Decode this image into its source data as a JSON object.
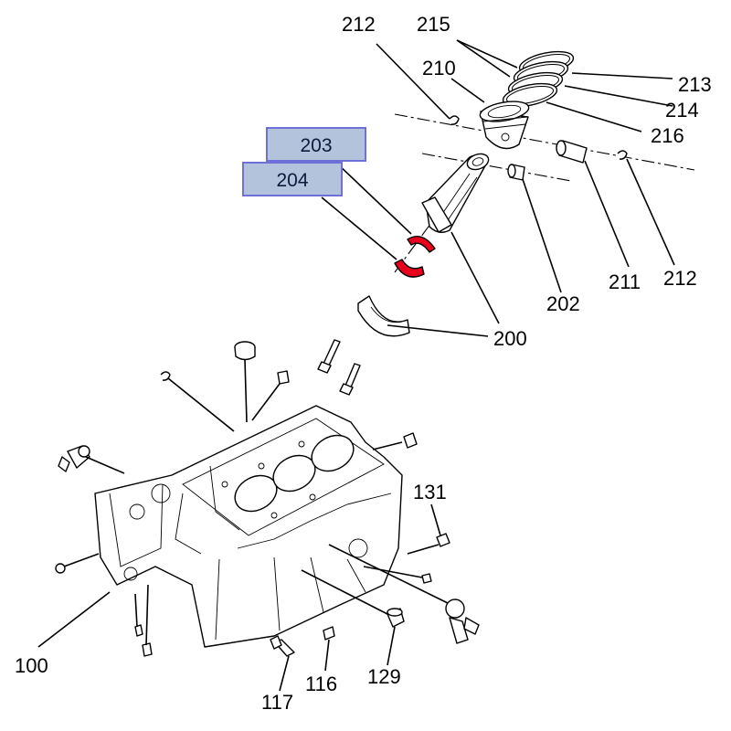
{
  "diagram": {
    "callouts": {
      "c100": "100",
      "c116": "116",
      "c117": "117",
      "c129": "129",
      "c131": "131",
      "c200": "200",
      "c202": "202",
      "c203": "203",
      "c204": "204",
      "c210": "210",
      "c211": "211",
      "c212a": "212",
      "c212b": "212",
      "c213": "213",
      "c214": "214",
      "c215": "215",
      "c216": "216"
    },
    "highlighted_callouts": [
      "203",
      "204"
    ],
    "colors": {
      "highlight_fill": "#b3c3dc",
      "highlight_border": "#6f6fd8",
      "bearing_red": "#e8001c",
      "line": "#000000",
      "background": "#ffffff"
    }
  }
}
